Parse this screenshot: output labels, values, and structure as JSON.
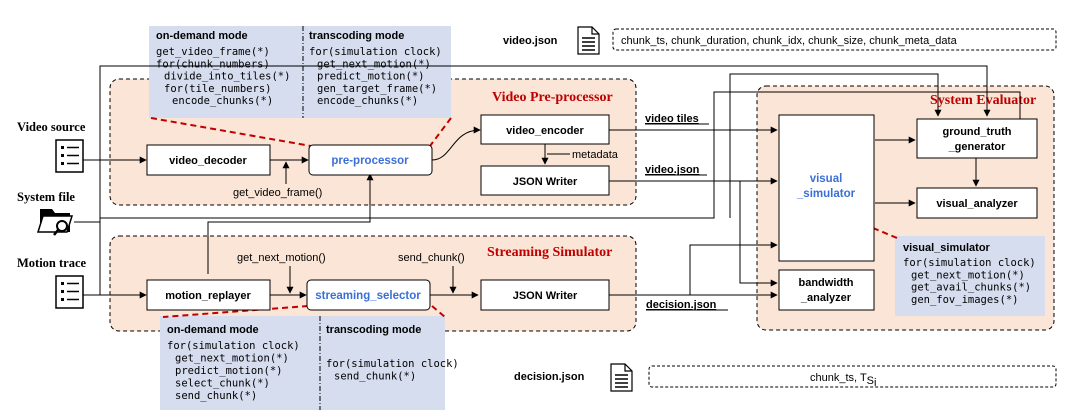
{
  "inputs": {
    "video_source": "Video source",
    "system_file": "System file",
    "motion_trace": "Motion trace"
  },
  "sections": {
    "preprocessor": "Video Pre-processor",
    "streaming": "Streaming Simulator",
    "evaluator": "System Evaluator"
  },
  "modules": {
    "video_decoder": "video_decoder",
    "pre_processor": "pre-processor",
    "video_encoder": "video_encoder",
    "json_writer_top": "JSON Writer",
    "motion_replayer": "motion_replayer",
    "streaming_selector": "streaming_selector",
    "json_writer_bottom": "JSON Writer",
    "visual_simulator_1": "visual",
    "visual_simulator_2": "_simulator",
    "ground_truth_1": "ground_truth",
    "ground_truth_2": "_generator",
    "visual_analyzer": "visual_analyzer",
    "bandwidth_analyzer_1": "bandwidth",
    "bandwidth_analyzer_2": "_analyzer"
  },
  "edge_labels": {
    "get_video_frame": "get_video_frame()",
    "metadata": "metadata",
    "video_tiles": "video tiles",
    "video_json": "video.json",
    "get_next_motion": "get_next_motion()",
    "send_chunk": "send_chunk()",
    "decision_json": "decision.json"
  },
  "files": {
    "video_json": {
      "name": "video.json",
      "fields": "chunk_ts, chunk_duration, chunk_idx, chunk_size, chunk_meta_data"
    },
    "decision_json": {
      "name": "decision.json",
      "fields": "chunk_ts, T",
      "subscript": "S",
      "subsubscript": "i"
    }
  },
  "top_modes": {
    "ondemand_title": "on-demand mode",
    "ondemand_lines": [
      "get_video_frame(*)",
      "for(chunk_numbers)",
      "  divide_into_tiles(*)",
      "  for(tile_numbers)",
      "    encode_chunks(*)"
    ],
    "transcoding_title": "transcoding mode",
    "transcoding_lines": [
      "for(simulation clock)",
      "  get_next_motion(*)",
      "  predict_motion(*)",
      "  gen_target_frame(*)",
      "  encode_chunks(*)"
    ]
  },
  "bottom_modes": {
    "ondemand_title": "on-demand mode",
    "ondemand_lines": [
      "for(simulation clock)",
      "  get_next_motion(*)",
      "  predict_motion(*)",
      "  select_chunk(*)",
      "  send_chunk(*)"
    ],
    "transcoding_title": "transcoding mode",
    "transcoding_lines": [
      "for(simulation clock)",
      "  send_chunk(*)"
    ]
  },
  "visual_sim_panel": {
    "title": "visual_simulator",
    "lines": [
      "for(simulation clock)",
      "  get_next_motion(*)",
      "  get_avail_chunks(*)",
      "  gen_fov_images(*)"
    ]
  },
  "colors": {
    "section_fill": "#fbe5d6",
    "panel_fill": "#d5ddef",
    "section_title": "#c00000",
    "blue_module": "#3b6fd6"
  }
}
